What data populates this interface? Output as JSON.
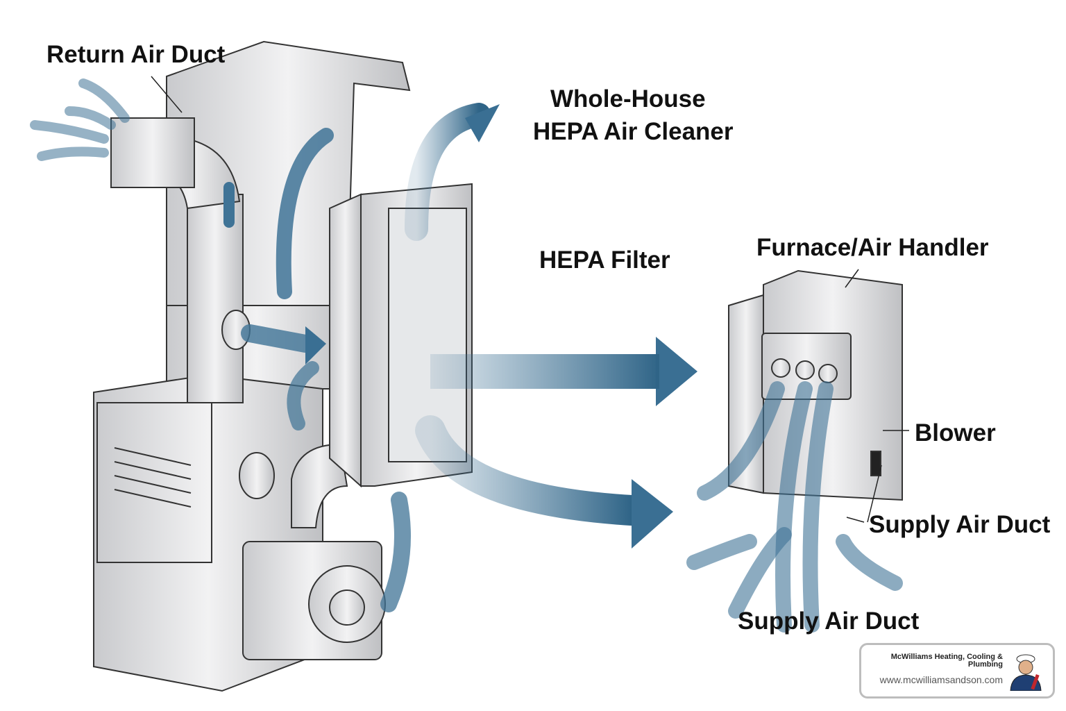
{
  "labels": {
    "return_air_duct": "Return Air Duct",
    "whole_house_line1": "Whole-House",
    "whole_house_line2": "HEPA Air Cleaner",
    "hepa_filter": "HEPA Filter",
    "furnace_air_handler": "Furnace/Air Handler",
    "blower": "Blower",
    "supply_air_duct_right": "Supply Air Duct",
    "supply_air_duct_bottom": "Supply Air Duct"
  },
  "badge": {
    "company": "McWilliams Heating, Cooling & Plumbing",
    "website": "www.mcwilliamsandson.com",
    "mascot_icon": "plumber-mascot-icon"
  },
  "colors": {
    "arrow": "#3f7396",
    "metal": "#d9dadc",
    "outline": "#333333"
  }
}
